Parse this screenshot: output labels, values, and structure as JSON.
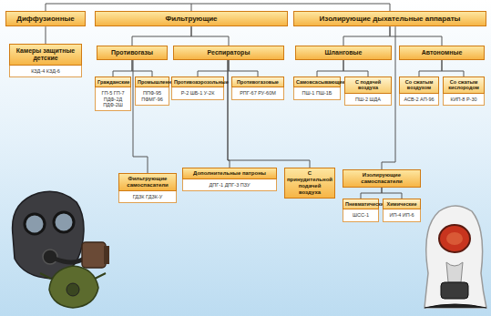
{
  "diagram": {
    "nodes": [
      {
        "text": [
          "Диффузионные"
        ]
      },
      {
        "text": [
          "Фильтрующие"
        ]
      },
      {
        "text": [
          "Изолирующие дыхательные аппараты"
        ]
      },
      {
        "text": [
          "Камеры защитные детские",
          "КЗД-4 КЗД-6"
        ]
      },
      {
        "text": [
          "Противогазы"
        ]
      },
      {
        "text": [
          "Респираторы"
        ]
      },
      {
        "text": [
          "Шланговые"
        ]
      },
      {
        "text": [
          "Автономные"
        ]
      },
      {
        "text": [
          "Гражданские",
          "ГП-5 ГП-7 ПДФ-2Д ПДФ-2Ш"
        ]
      },
      {
        "text": [
          "Промышленные",
          "ППФ-95 ПФМГ-96"
        ]
      },
      {
        "text": [
          "Противоаэрозольные",
          "Р-2 ШБ-1 У-2К"
        ]
      },
      {
        "text": [
          "Противогазовые",
          "РПГ-67 РУ-60М"
        ]
      },
      {
        "text": [
          "Самовсасывающие",
          "ПШ-1 ПШ-1Б"
        ]
      },
      {
        "text": [
          "С подачей воздуха",
          "ПШ-2 ШДА"
        ]
      },
      {
        "text": [
          "Со сжатым воздухом",
          "АСВ-2 АП-96"
        ]
      },
      {
        "text": [
          "Со сжатым кислородом",
          "КИП-8 Р-30"
        ]
      },
      {
        "text": [
          "Дополнительные патроны",
          "ДПГ-1 ДПГ-3 ПЗУ"
        ]
      },
      {
        "text": [
          "С принудительной подачей воздуха"
        ]
      },
      {
        "text": [
          "Изолирующие самоспасатели"
        ]
      },
      {
        "text": [
          "Фильтрующие самоспасатели",
          "ГДЗК ГДЗК-У"
        ]
      },
      {
        "text": [
          "Пневматические",
          "ШСС-1"
        ]
      },
      {
        "text": [
          "Химические",
          "ИП-4 ИП-6"
        ]
      }
    ],
    "edges": [
      {
        "from": 0,
        "to": 3,
        "arrow": "none"
      },
      {
        "from": 1,
        "to": 4,
        "arrow": "none"
      },
      {
        "from": 1,
        "to": 5,
        "arrow": "none"
      },
      {
        "from": 2,
        "to": 6,
        "arrow": "none"
      },
      {
        "from": 2,
        "to": 7,
        "arrow": "none"
      },
      {
        "from": 4,
        "to": 8,
        "arrow": "none"
      },
      {
        "from": 4,
        "to": 9,
        "arrow": "none"
      },
      {
        "from": 5,
        "to": 10,
        "arrow": "none"
      },
      {
        "from": 5,
        "to": 11,
        "arrow": "none"
      },
      {
        "from": 6,
        "to": 12,
        "arrow": "none"
      },
      {
        "from": 6,
        "to": 13,
        "arrow": "none"
      },
      {
        "from": 7,
        "to": 14,
        "arrow": "none"
      },
      {
        "from": 7,
        "to": 15,
        "arrow": "none"
      },
      {
        "from": 4,
        "to": 19,
        "arrow": "none"
      },
      {
        "from": 5,
        "to": 16,
        "arrow": "none"
      },
      {
        "from": 5,
        "to": 17,
        "arrow": "none"
      },
      {
        "from": 2,
        "to": 18,
        "arrow": "none"
      },
      {
        "from": 18,
        "to": 20,
        "arrow": "none"
      },
      {
        "from": 18,
        "to": 21,
        "arrow": "none"
      }
    ]
  }
}
